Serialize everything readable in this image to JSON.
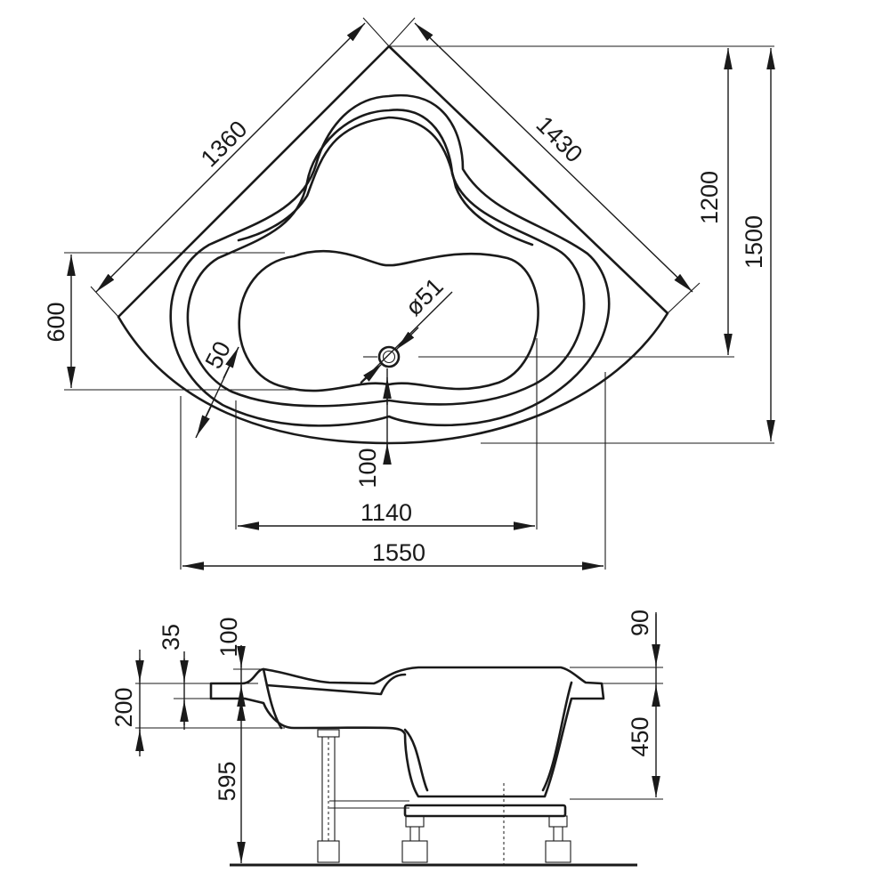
{
  "plan_view": {
    "dim_left_side": "1360",
    "dim_right_side": "1430",
    "dim_height_inner": "1200",
    "dim_height_total": "1500",
    "dim_left_depth": "600",
    "dim_rim": "50",
    "dim_drain": "ø51",
    "dim_drain_offset": "100",
    "dim_width_inner": "1140",
    "dim_width_total": "1550"
  },
  "side_view": {
    "dim_top_35": "35",
    "dim_top_100": "100",
    "dim_top_90": "90",
    "dim_200": "200",
    "dim_450": "450",
    "dim_595": "595"
  },
  "colors": {
    "line": "#1a1a1a",
    "background": "#ffffff"
  }
}
